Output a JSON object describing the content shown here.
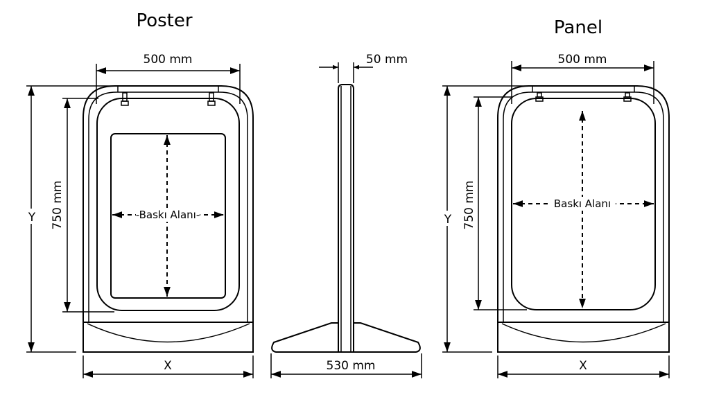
{
  "poster": {
    "title": "Poster",
    "width_label": "500 mm",
    "height_label": "750 mm",
    "overall_height_label": "Y",
    "overall_width_label": "X",
    "print_area_label": "-Baskı Alanı-"
  },
  "side": {
    "depth_label": "50 mm",
    "base_label": "530 mm"
  },
  "panel": {
    "title": "Panel",
    "width_label": "500 mm",
    "height_label": "750 mm",
    "overall_height_label": "Y",
    "overall_width_label": "X",
    "print_area_label": "Baskı Alanı"
  }
}
